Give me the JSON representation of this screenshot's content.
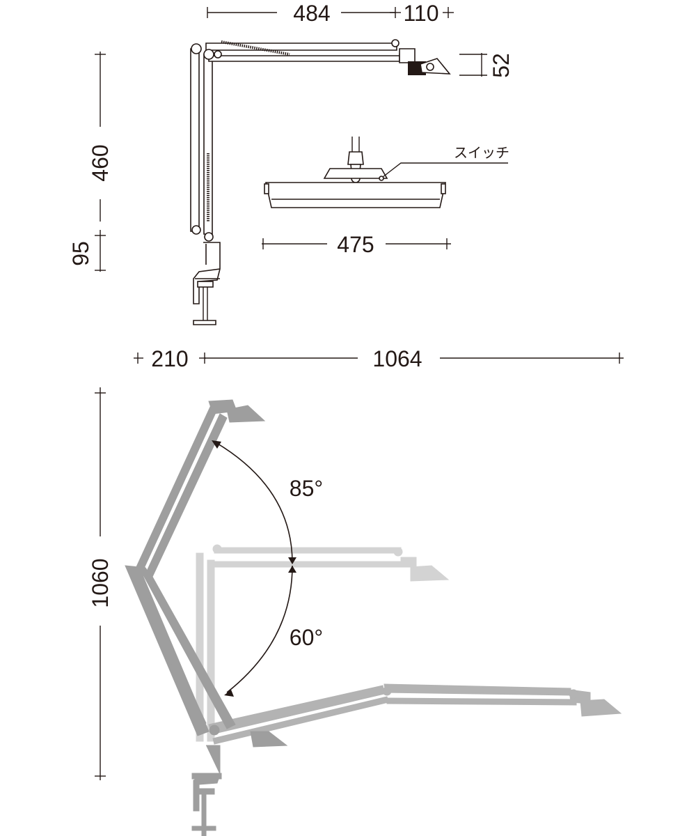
{
  "dimensions": {
    "arm_length": "484",
    "head_offset": "110",
    "head_height": "52",
    "upper_height": "460",
    "base_height": "95",
    "shade_width": "475",
    "reach_back": "210",
    "reach_total": "1064",
    "total_height": "1060"
  },
  "angles": {
    "up": "85°",
    "down": "60°"
  },
  "labels": {
    "switch": "スイッチ"
  },
  "colors": {
    "line": "#231815",
    "gray_dark": "#9e9e9e",
    "gray_mid": "#b3b3b3",
    "gray_light": "#d3d3d3"
  }
}
